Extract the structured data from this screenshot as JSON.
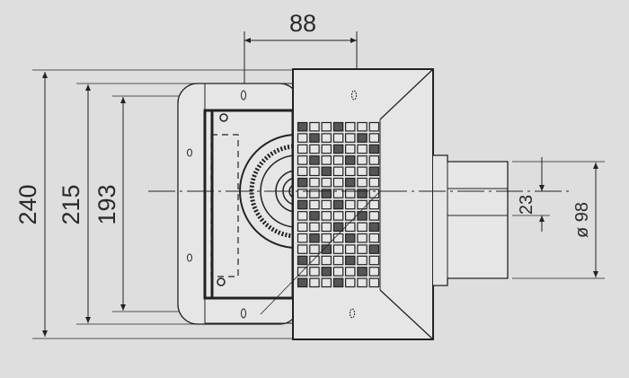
{
  "drawing": {
    "dimensions": {
      "top_width": "88",
      "overall_height": "240",
      "frame_height": "215",
      "inner_height": "193",
      "outlet_offset": "23",
      "outlet_diameter": "ø 98"
    },
    "grate": {
      "columns": 7,
      "rows": 15
    },
    "colors": {
      "background": "#dedede",
      "line": "#222222",
      "fill": "#e6e6e6"
    }
  }
}
